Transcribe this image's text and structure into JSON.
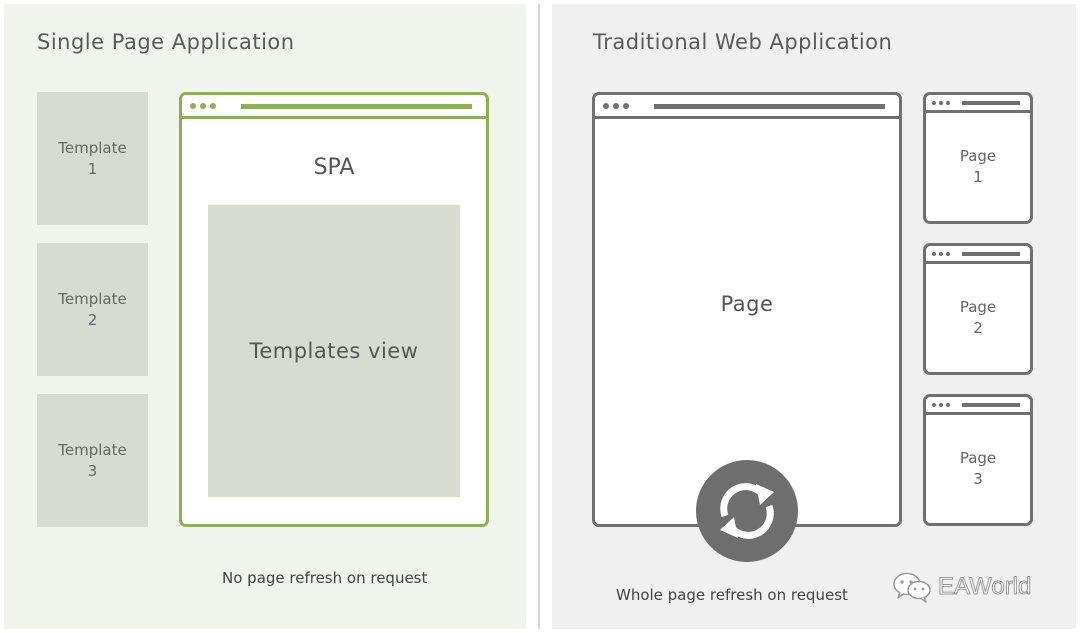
{
  "left_panel": {
    "title": "Single Page Application",
    "templates": [
      {
        "label": "Template\n1"
      },
      {
        "label": "Template\n2"
      },
      {
        "label": "Template\n3"
      }
    ],
    "spa_label": "SPA",
    "templates_view_label": "Templates view",
    "caption": "No page refresh on request"
  },
  "right_panel": {
    "title": "Traditional Web Application",
    "page_label": "Page",
    "pages": [
      {
        "label": "Page\n1"
      },
      {
        "label": "Page\n2"
      },
      {
        "label": "Page\n3"
      }
    ],
    "caption": "Whole page refresh on request"
  },
  "watermark": {
    "text": "EAWorld",
    "icon": "wechat-icon"
  },
  "colors": {
    "spa_green": "#8cb054",
    "traditional_gray": "#707070",
    "left_bg": "#f1f4ec",
    "right_bg": "#f0f0f0",
    "block_fill": "#d8dbd2"
  }
}
